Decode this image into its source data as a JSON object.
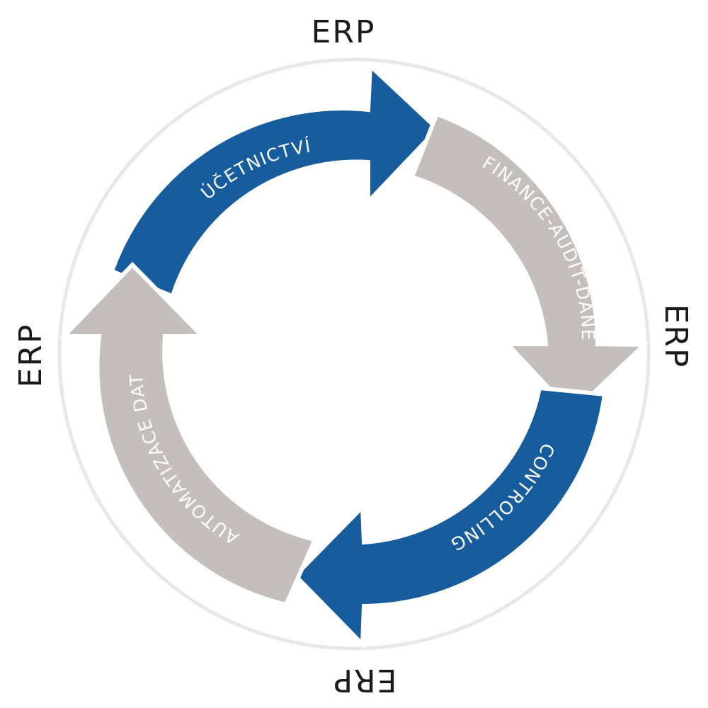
{
  "diagram": {
    "outer_label": "ERP",
    "segments": [
      {
        "label": "ÚČETNICTVÍ",
        "color": "#175c9c"
      },
      {
        "label": "FINANCE-AUDIT-DANĚ",
        "color": "#c4bfbe"
      },
      {
        "label": "CONTROLLING",
        "color": "#175c9c"
      },
      {
        "label": "AUTOMATIZACE DAT",
        "color": "#c4bfbe"
      }
    ],
    "colors": {
      "blue": "#175c9c",
      "gray": "#c4bfbe",
      "ring": "#e8e8e8",
      "text": "#1a1a1a",
      "segment_text": "#ffffff"
    }
  }
}
